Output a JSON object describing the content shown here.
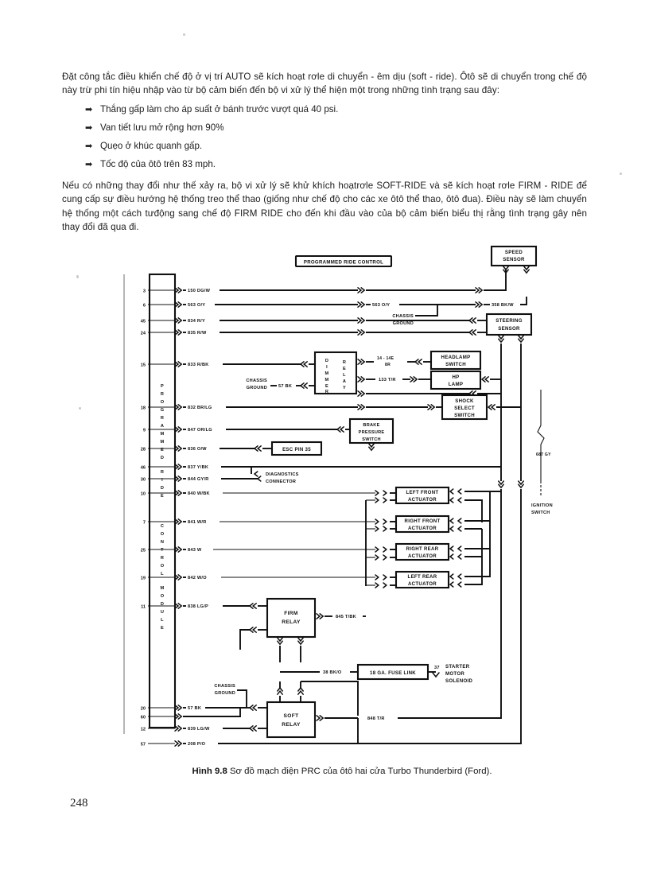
{
  "page": {
    "number": "248"
  },
  "prose": {
    "para1": "Đặt công tắc điều khiển chế độ ở vị trí AUTO sẽ kích hoạt rơle di chuyển - êm dịu (soft - ride). Ôtô sẽ di chuyển trong chế độ này trừ phi tín hiệu nhập vào từ bộ cảm biến đến bộ vi xử lý thể hiện một trong những tình trạng sau đây:",
    "bullets": [
      "Thắng gấp làm cho áp suất ở bánh trước vượt quá 40 psi.",
      "Van tiết lưu mở rộng hơn 90%",
      "Quẹo ở khúc quanh gấp.",
      "Tốc độ của ôtô trên 83 mph."
    ],
    "bullet_marker": "➡",
    "para2": "Nếu có những thay đổi như thế xảy ra, bộ vi xử lý sẽ khử khích hoạtrơle SOFT-RIDE và sẽ kích hoạt rơle FIRM - RIDE để cung cấp sự điều hướng hệ thống treo thể thao (giống như chế độ cho các xe ôtô thể thao, ôtô đua). Điều này sẽ làm chuyển hệ thống một cách tưđộng sang chế độ FIRM RIDE cho đến khi đầu vào của bộ cảm biến biểu thị rằng tình trạng gây nên thay đổi đã qua đi."
  },
  "caption": {
    "label": "Hình 9.8",
    "text": "Sơ đồ mạch điện PRC của ôtô hai cửa Turbo Thunderbird (Ford)."
  },
  "figure": {
    "title": "PROGRAMMED RIDE CONTROL",
    "module_label": "PROGRAMMED RIDE CONTROL MODULE",
    "module_label_lines": [
      "P",
      "R",
      "O",
      "G",
      "R",
      "A",
      "M",
      "M",
      "E",
      "D",
      "",
      "R",
      "I",
      "D",
      "E",
      "",
      "",
      "C",
      "O",
      "N",
      "T",
      "R",
      "O",
      "L",
      "",
      "M",
      "O",
      "D",
      "U",
      "L",
      "E"
    ],
    "pins": [
      {
        "pin": "3",
        "wire": "150 DG/W"
      },
      {
        "pin": "6",
        "wire": "563 O/Y"
      },
      {
        "pin": "45",
        "wire": "834 R/Y"
      },
      {
        "pin": "24",
        "wire": "835 R/W"
      },
      {
        "pin": "15",
        "wire": "833 R/BK"
      },
      {
        "pin": "18",
        "wire": "832 BR/LG"
      },
      {
        "pin": "9",
        "wire": "847 OR/LG"
      },
      {
        "pin": "28",
        "wire": "836 O/W"
      },
      {
        "pin": "46",
        "wire": "837 Y/BK"
      },
      {
        "pin": "30",
        "wire": "844 GY/R"
      },
      {
        "pin": "10",
        "wire": "840 W/BK"
      },
      {
        "pin": "7",
        "wire": "841 W/R"
      },
      {
        "pin": "25",
        "wire": "843 W"
      },
      {
        "pin": "19",
        "wire": "842 W/O"
      },
      {
        "pin": "11",
        "wire": "838 LG/P"
      },
      {
        "pin": "20",
        "wire": "57 BK"
      },
      {
        "pin": "60",
        "wire": ""
      },
      {
        "pin": "12",
        "wire": "839 LG/W"
      },
      {
        "pin": "57",
        "wire": "208 P/O"
      }
    ],
    "boxes": [
      {
        "id": "speed-sensor",
        "lines": [
          "SPEED",
          "SENSOR"
        ]
      },
      {
        "id": "steering-sensor",
        "lines": [
          "STEERING",
          "SENSOR"
        ]
      },
      {
        "id": "headlamp-switch",
        "lines": [
          "HEADLAMP",
          "SWITCH"
        ]
      },
      {
        "id": "hp-lamp",
        "lines": [
          "HP",
          "LAMP"
        ]
      },
      {
        "id": "shock-select-switch",
        "lines": [
          "SHOCK",
          "SELECT",
          "SWITCH"
        ]
      },
      {
        "id": "dimmer-relay",
        "lines": [
          "DIMMER",
          "RELAY"
        ]
      },
      {
        "id": "brake-pressure-switch",
        "lines": [
          "BRAKE",
          "PRESSURE",
          "SWITCH"
        ]
      },
      {
        "id": "esc-pin-35",
        "lines": [
          "ESC PIN 35"
        ]
      },
      {
        "id": "left-front-actuator",
        "lines": [
          "LEFT FRONT",
          "ACTUATOR"
        ]
      },
      {
        "id": "right-front-actuator",
        "lines": [
          "RIGHT FRONT",
          "ACTUATOR"
        ]
      },
      {
        "id": "right-rear-actuator",
        "lines": [
          "RIGHT REAR",
          "ACTUATOR"
        ]
      },
      {
        "id": "left-rear-actuator",
        "lines": [
          "LEFT REAR",
          "ACTUATOR"
        ]
      },
      {
        "id": "firm-relay",
        "lines": [
          "FIRM",
          "RELAY"
        ]
      },
      {
        "id": "soft-relay",
        "lines": [
          "SOFT",
          "RELAY"
        ]
      },
      {
        "id": "fuse-link",
        "lines": [
          "18 GA. FUSE LINK"
        ]
      },
      {
        "id": "starter-motor-solenoid",
        "lines": [
          "STARTER",
          "MOTOR",
          "SOLENOID"
        ]
      }
    ],
    "labels": {
      "chassis_ground": "CHASSIS GROUND",
      "chassis_ground_l1": "CHASSIS",
      "chassis_ground_l2": "GROUND",
      "diagnostics_l1": "DIAGNOSTICS",
      "diagnostics_l2": "CONNECTOR",
      "ignition_l1": "IGNITION",
      "ignition_l2": "SWITCH",
      "dimmer_v": "DIMMER",
      "relay_v": "RELAY",
      "wire_358": "358 BK/W",
      "wire_563": "563 O/Y",
      "wire_57": "57 BK",
      "wire_14_14e": "14 - 14E",
      "wire_8r": "8R",
      "wire_133": "133 T/R",
      "wire_845": "845 T/BK",
      "wire_38": "38 BK/O",
      "wire_37": "37",
      "wire_848": "848 T/R",
      "wire_687": "687 GY"
    }
  }
}
